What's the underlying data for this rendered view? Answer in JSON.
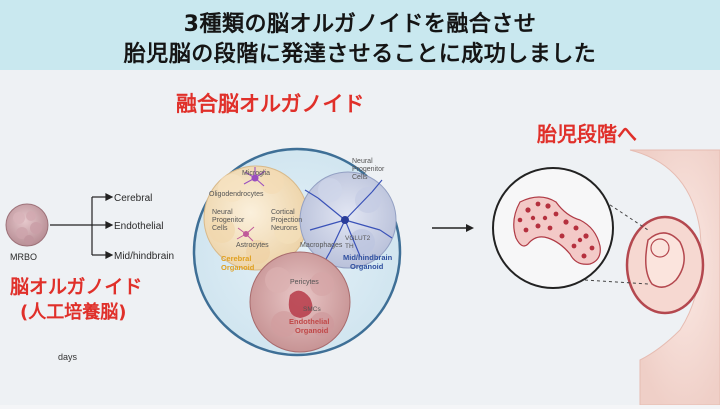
{
  "header": {
    "line1": "3種類の脳オルガノイドを融合させ",
    "line2": "胎児脳の段階に発達させることに成功しました",
    "bg_color": "#c9e8ef"
  },
  "left": {
    "sample_label": "MRBO",
    "branches": [
      "Cerebral",
      "Endothelial",
      "Mid/hindbrain"
    ],
    "red_label_1": "脳オルガノイド",
    "red_label_2": "(人工培養脳)",
    "timeline_label": "days"
  },
  "center": {
    "red_title": "融合脳オルガノイド",
    "cerebral_cells": [
      "Microglia",
      "Oligodendrocytes",
      "Neural",
      "Progenitor",
      "Cells",
      "Cortical",
      "Projection",
      "Neurons",
      "Astrocytes"
    ],
    "cerebral_name": [
      "Cerebral",
      "Organoid"
    ],
    "mid_cells": [
      "Neural",
      "Progenitor",
      "Cells",
      "VGLUT2",
      "TH"
    ],
    "mid_name": [
      "Mid/hindbrain",
      "Organoid"
    ],
    "macrophages": "Macrophages",
    "endo_cells": [
      "Pericytes",
      "SMCs"
    ],
    "endo_name": [
      "Endothelial",
      "Organoid"
    ]
  },
  "right": {
    "red_title": "胎児段階へ"
  },
  "colors": {
    "accent_red": "#e0302a",
    "cerebral_text": "#e0a020",
    "mid_text": "#2f4f9f",
    "endo_text": "#c04848"
  }
}
